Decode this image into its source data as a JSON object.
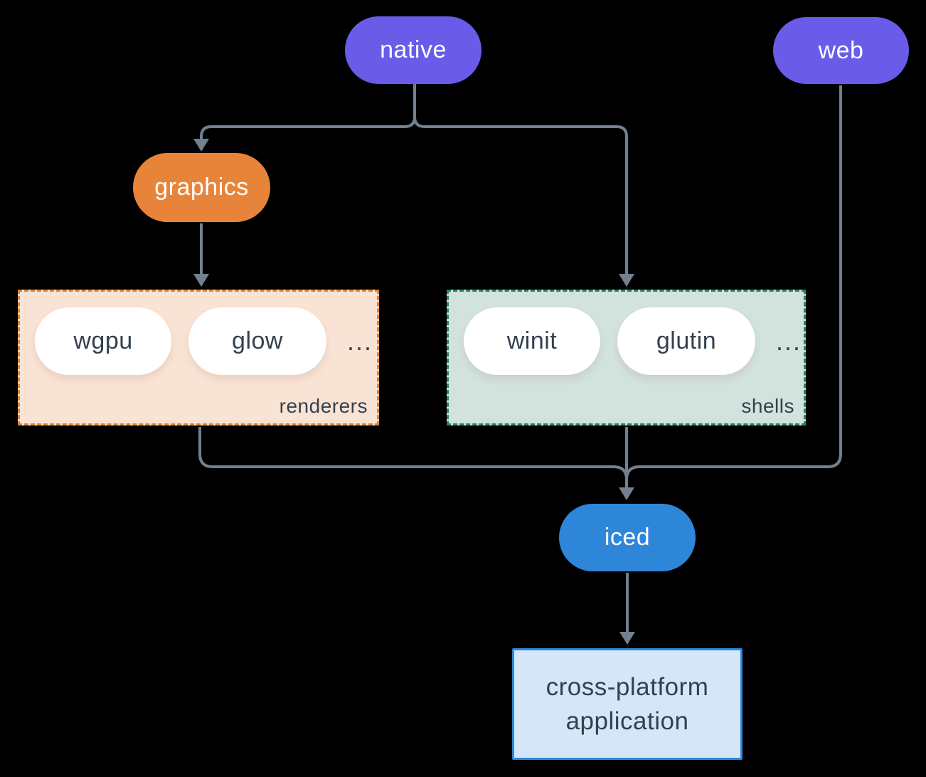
{
  "diagram": {
    "nodes": {
      "native": {
        "label": "native",
        "color": "#6A5CE8"
      },
      "web": {
        "label": "web",
        "color": "#6A5CE8"
      },
      "graphics": {
        "label": "graphics",
        "color": "#E8843A"
      },
      "iced": {
        "label": "iced",
        "color": "#2E86D8"
      },
      "application": {
        "label_line1": "cross-platform",
        "label_line2": "application",
        "fill": "#D5E6F8",
        "border": "#2E86D8"
      }
    },
    "groups": {
      "renderers": {
        "label": "renderers",
        "items": [
          "wgpu",
          "glow"
        ],
        "ellipsis": "...",
        "fill": "#F9E3D4",
        "border": "#E0812F"
      },
      "shells": {
        "label": "shells",
        "items": [
          "winit",
          "glutin"
        ],
        "ellipsis": "...",
        "fill": "#D2E2DC",
        "border": "#2A7F70"
      }
    },
    "edges": [
      {
        "from": "native",
        "to": "graphics"
      },
      {
        "from": "native",
        "to": "shells"
      },
      {
        "from": "graphics",
        "to": "renderers"
      },
      {
        "from": "renderers",
        "to": "iced"
      },
      {
        "from": "shells",
        "to": "iced"
      },
      {
        "from": "web",
        "to": "iced"
      },
      {
        "from": "iced",
        "to": "application"
      }
    ],
    "colors": {
      "background": "#000000",
      "connector": "#72808F",
      "text_on_color": "#FFFFFF",
      "text_dark": "#33414F",
      "pill_white": "#FFFFFF"
    }
  }
}
